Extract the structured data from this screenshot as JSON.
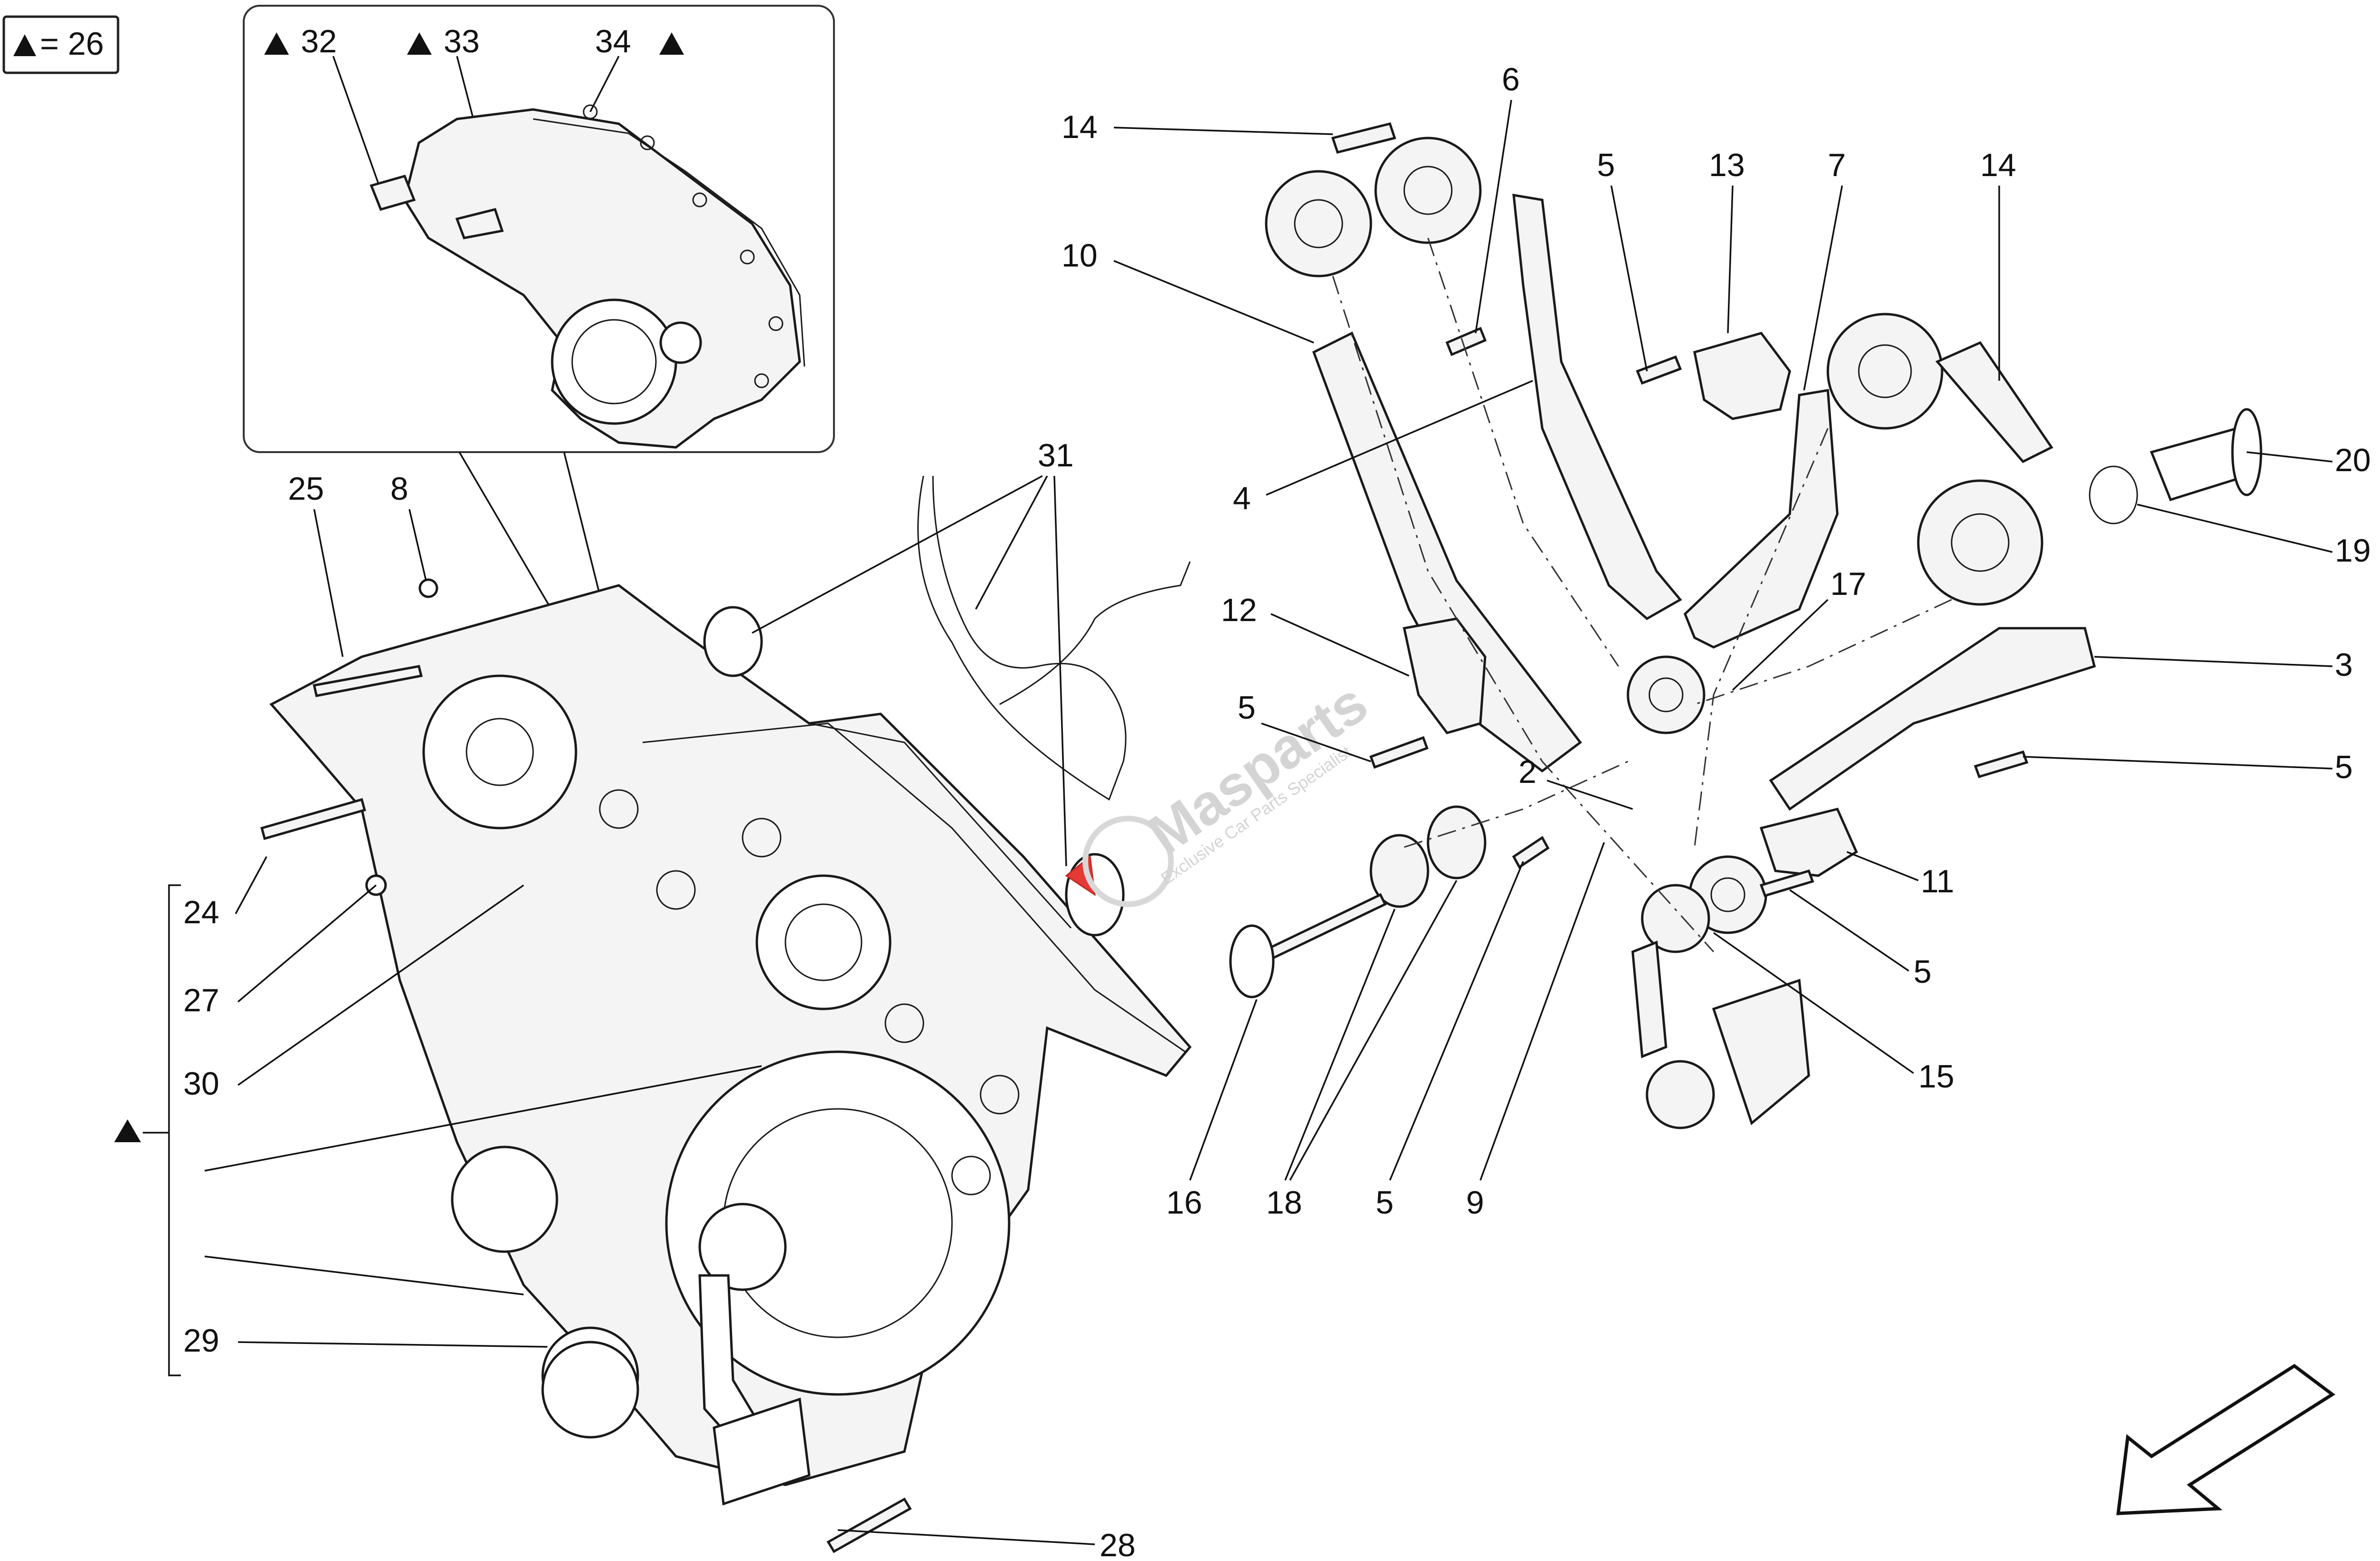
{
  "legend": {
    "symbol": "▲",
    "text": "= 26"
  },
  "inset_labels": [
    "32",
    "33",
    "34"
  ],
  "bracket_labels": [
    "24",
    "27",
    "30",
    "29"
  ],
  "callouts": {
    "l25": "25",
    "l8": "8",
    "l31": "31",
    "l28": "28",
    "l14a": "14",
    "l6": "6",
    "l10": "10",
    "l4": "4",
    "l12": "12",
    "l5a": "5",
    "l5b": "5",
    "l13": "13",
    "l7": "7",
    "l14b": "14",
    "l20": "20",
    "l19": "19",
    "l17": "17",
    "l3": "3",
    "l5c": "5",
    "l2": "2",
    "l11": "11",
    "l5d": "5",
    "l15": "15",
    "l16": "16",
    "l18": "18",
    "l5e": "5",
    "l9": "9"
  },
  "watermark": {
    "brand": "Masparts",
    "tagline": "Exclusive Car Parts Specialist"
  },
  "icons": [
    "triangle-marker-icon",
    "direction-arrow-icon",
    "watermark-logo-icon"
  ]
}
